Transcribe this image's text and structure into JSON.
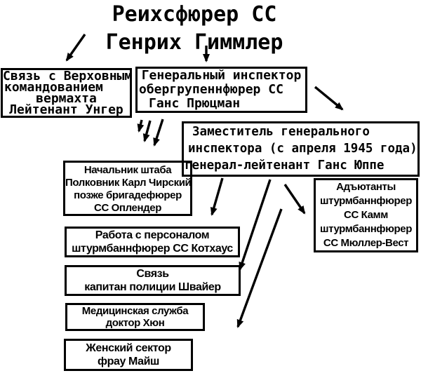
{
  "diagram": {
    "title": {
      "line1": "Реихсфюрер СС",
      "line2": "Генрих Гиммлер"
    },
    "boxes": {
      "liaison_wehrmacht": {
        "lines": [
          "Связь с Верховным",
          "командованием",
          "вермахта",
          "Лейтенант Унгер"
        ]
      },
      "general_inspector": {
        "lines": [
          "Генеральный инспектор",
          "обергрупеннфюрер СС",
          "Ганс Прюцман"
        ]
      },
      "deputy_inspector": {
        "lines": [
          "Заместитель генерального",
          "инспектора (с апреля 1945 года)",
          "генерал-лейтенант Ганс Юппе"
        ]
      },
      "chief_of_staff": {
        "lines": [
          "Начальник штаба",
          "Полковник Карл Чирский",
          "позже бригадефюрер",
          "СС Оплендер"
        ]
      },
      "personnel": {
        "lines": [
          "Работа с персоналом",
          "штурмбаннфюрер СС Котхаус"
        ]
      },
      "liaison_police": {
        "lines": [
          "Связь",
          "капитан полиции Швайер"
        ]
      },
      "medical": {
        "lines": [
          "Медицинская служба",
          "доктор Хюн"
        ]
      },
      "womens_sector": {
        "lines": [
          "Женский сектор",
          "фрау Майш"
        ]
      },
      "adjutants": {
        "lines": [
          "Адъютанты",
          "штурмбаннфюрер",
          "СС Камм",
          "штурмбаннфюрер",
          "СС Мюллер-Вест"
        ]
      }
    },
    "connections": [
      {
        "from": "himmler",
        "to": "liaison_wehrmacht"
      },
      {
        "from": "himmler",
        "to": "general_inspector"
      },
      {
        "from": "general_inspector",
        "to": "deputy_inspector"
      },
      {
        "from": "general_inspector",
        "to": "chief_of_staff",
        "arrow_count": 3
      },
      {
        "from": "deputy_inspector",
        "to": "personnel"
      },
      {
        "from": "deputy_inspector",
        "to": "liaison_police"
      },
      {
        "from": "deputy_inspector",
        "to": "lower_sections"
      },
      {
        "from": "deputy_inspector",
        "to": "adjutants"
      }
    ],
    "colors": {
      "ink": "#000000",
      "background": "#ffffff"
    }
  }
}
